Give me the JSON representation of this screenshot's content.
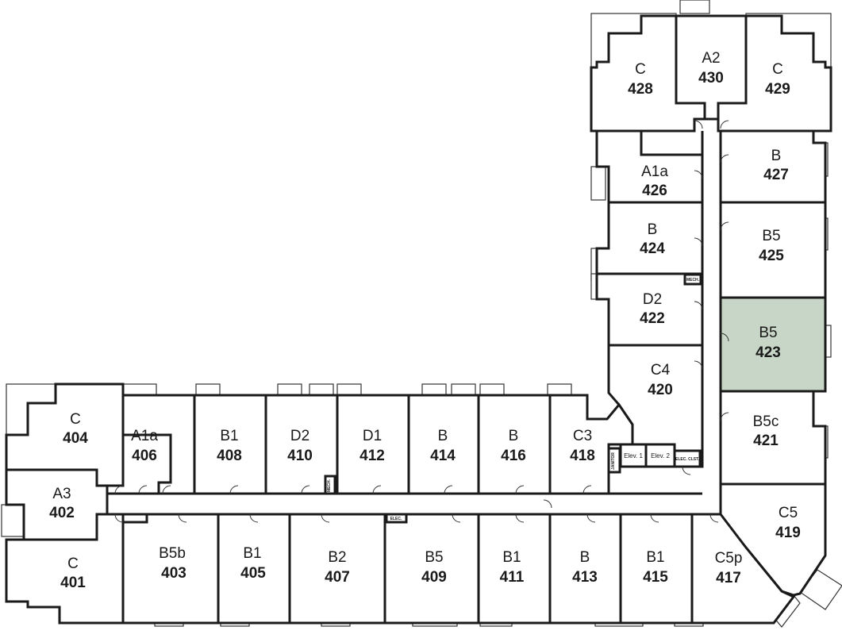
{
  "units": [
    {
      "id": "u428",
      "type": "C",
      "number": "428",
      "highlight": false
    },
    {
      "id": "u430",
      "type": "A2",
      "number": "430",
      "highlight": false
    },
    {
      "id": "u429",
      "type": "C",
      "number": "429",
      "highlight": false
    },
    {
      "id": "u426",
      "type": "A1a",
      "number": "426",
      "highlight": false
    },
    {
      "id": "u427",
      "type": "B",
      "number": "427",
      "highlight": false
    },
    {
      "id": "u424",
      "type": "B",
      "number": "424",
      "highlight": false
    },
    {
      "id": "u425",
      "type": "B5",
      "number": "425",
      "highlight": false
    },
    {
      "id": "u422",
      "type": "D2",
      "number": "422",
      "highlight": false
    },
    {
      "id": "u423",
      "type": "B5",
      "number": "423",
      "highlight": true
    },
    {
      "id": "u420",
      "type": "C4",
      "number": "420",
      "highlight": false
    },
    {
      "id": "u421",
      "type": "B5c",
      "number": "421",
      "highlight": false
    },
    {
      "id": "u419",
      "type": "C5",
      "number": "419",
      "highlight": false
    },
    {
      "id": "u417",
      "type": "C5p",
      "number": "417",
      "highlight": false
    },
    {
      "id": "u404",
      "type": "C",
      "number": "404",
      "highlight": false
    },
    {
      "id": "u406",
      "type": "A1a",
      "number": "406",
      "highlight": false
    },
    {
      "id": "u408",
      "type": "B1",
      "number": "408",
      "highlight": false
    },
    {
      "id": "u410",
      "type": "D2",
      "number": "410",
      "highlight": false
    },
    {
      "id": "u412",
      "type": "D1",
      "number": "412",
      "highlight": false
    },
    {
      "id": "u414",
      "type": "B",
      "number": "414",
      "highlight": false
    },
    {
      "id": "u416",
      "type": "B",
      "number": "416",
      "highlight": false
    },
    {
      "id": "u418",
      "type": "C3",
      "number": "418",
      "highlight": false
    },
    {
      "id": "u402",
      "type": "A3",
      "number": "402",
      "highlight": false
    },
    {
      "id": "u401",
      "type": "C",
      "number": "401",
      "highlight": false
    },
    {
      "id": "u403",
      "type": "B5b",
      "number": "403",
      "highlight": false
    },
    {
      "id": "u405",
      "type": "B1",
      "number": "405",
      "highlight": false
    },
    {
      "id": "u407",
      "type": "B2",
      "number": "407",
      "highlight": false
    },
    {
      "id": "u409",
      "type": "B5",
      "number": "409",
      "highlight": false
    },
    {
      "id": "u411",
      "type": "B1",
      "number": "411",
      "highlight": false
    },
    {
      "id": "u413",
      "type": "B",
      "number": "413",
      "highlight": false
    },
    {
      "id": "u415",
      "type": "B1",
      "number": "415",
      "highlight": false
    }
  ],
  "labels": {
    "elev1": "Elev. 1",
    "elev2": "Elev. 2",
    "mech": "MECH.",
    "elec_clst": "ELEC. CLST.",
    "elec": "ELEC.",
    "janitor": "JANITOR",
    "mech2": "MECH."
  },
  "colors": {
    "highlight": "#c7d6c6",
    "wall": "#1a1a1a"
  }
}
